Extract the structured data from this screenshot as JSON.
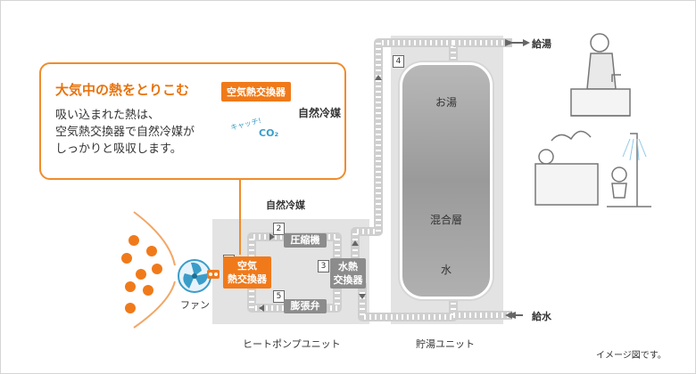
{
  "callout": {
    "title": "大気中の熱をとりこむ",
    "tag": "空気熱交換器",
    "text_line1": "吸い込まれた熱は、",
    "text_line2": "空気熱交換器で自然冷媒が",
    "text_line3": "しっかりと吸収します。",
    "refrigerant_label": "自然冷媒",
    "character_catch": "キャッチ!",
    "character_co2": "CO₂",
    "heat_char": "熱"
  },
  "diagram": {
    "refrigerant_label": "自然冷媒",
    "fan_label": "ファン",
    "components": [
      {
        "num": "1",
        "label_line1": "空気",
        "label_line2": "熱交換器"
      },
      {
        "num": "2",
        "label": "圧縮機"
      },
      {
        "num": "3",
        "label_line1": "水熱",
        "label_line2": "交換器"
      },
      {
        "num": "4"
      },
      {
        "num": "5",
        "label": "膨張弁"
      }
    ],
    "tank": {
      "top_label": "お湯",
      "middle_label": "混合層",
      "bottom_label": "水"
    },
    "outlet_label": "給湯",
    "inlet_label": "給水",
    "heat_pump_unit_label": "ヒートポンプユニット",
    "storage_unit_label": "貯湯ユニット",
    "note": "イメージ図です。"
  },
  "colors": {
    "accent_orange": "#f07a1a",
    "component_gray": "#8c8c8c",
    "unit_background": "#e3e3e3"
  }
}
